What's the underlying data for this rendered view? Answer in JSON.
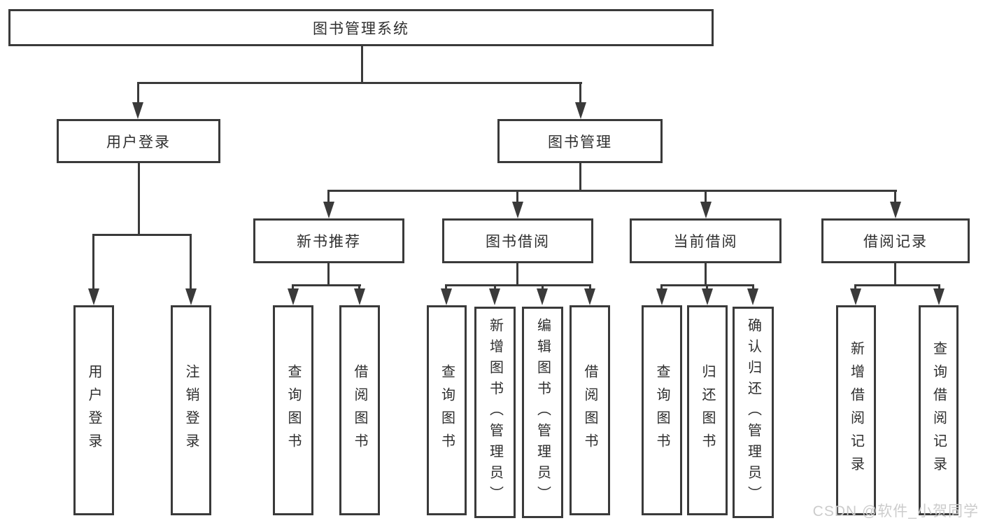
{
  "diagram_type": "tree-structure-chart",
  "root": {
    "label": "图书管理系统"
  },
  "level2": [
    {
      "label": "用户登录"
    },
    {
      "label": "图书管理"
    }
  ],
  "level3": [
    {
      "label": "新书推荐",
      "parent": "图书管理"
    },
    {
      "label": "图书借阅",
      "parent": "图书管理"
    },
    {
      "label": "当前借阅",
      "parent": "图书管理"
    },
    {
      "label": "借阅记录",
      "parent": "图书管理"
    }
  ],
  "leaves": [
    {
      "label": "用户登录",
      "parent": "用户登录"
    },
    {
      "label": "注销登录",
      "parent": "用户登录"
    },
    {
      "label": "查询图书",
      "parent": "新书推荐"
    },
    {
      "label": "借阅图书",
      "parent": "新书推荐"
    },
    {
      "label": "查询图书",
      "parent": "图书借阅"
    },
    {
      "label": "新增图书（管理员）",
      "parent": "图书借阅"
    },
    {
      "label": "编辑图书（管理员）",
      "parent": "图书借阅"
    },
    {
      "label": "借阅图书",
      "parent": "图书借阅"
    },
    {
      "label": "查询图书",
      "parent": "当前借阅"
    },
    {
      "label": "归还图书",
      "parent": "当前借阅"
    },
    {
      "label": "确认归还（管理员）",
      "parent": "当前借阅"
    },
    {
      "label": "新增借阅记录",
      "parent": "借阅记录"
    },
    {
      "label": "查询借阅记录",
      "parent": "借阅记录"
    }
  ],
  "watermark": "CSDN @软件_小贺同学",
  "colors": {
    "line": "#3a3a3a",
    "box_border": "#3a3a3a",
    "box_fill": "#ffffff",
    "text": "#2e2e2e",
    "watermark": "#cccccc",
    "background": "#ffffff"
  }
}
